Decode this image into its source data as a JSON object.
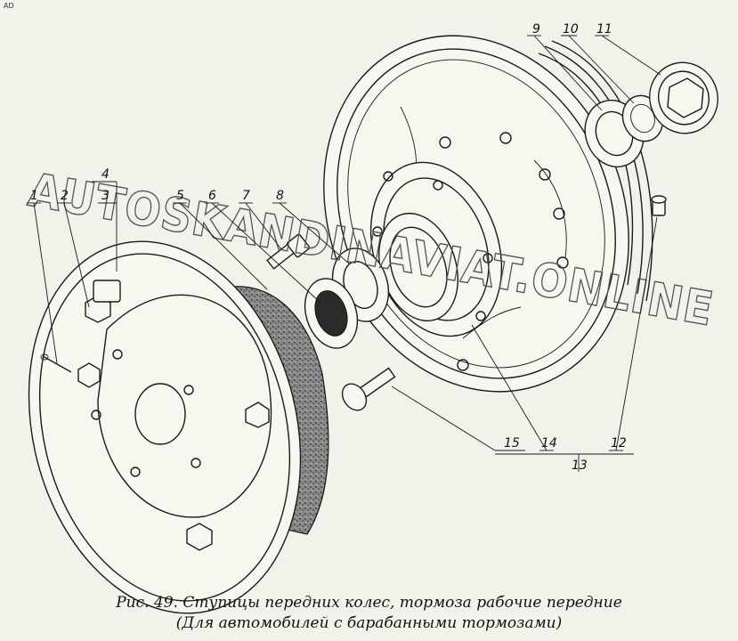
{
  "corner_mark": "AD",
  "watermark": "AUTOSKANDINAVIAT.ONLINE",
  "callouts": {
    "c1": "1",
    "c2": "2",
    "c3": "3",
    "c4": "4",
    "c5": "5",
    "c6": "6",
    "c7": "7",
    "c8": "8",
    "c9": "9",
    "c10": "10",
    "c11": "11",
    "c12": "12",
    "c13": "13",
    "c14": "14",
    "c15": "15"
  },
  "caption": {
    "line1": "Рис. 49. Ступицы передних колес, тормоза рабочие передние",
    "line2": "(Для автомобилей с барабанными тормозами)"
  }
}
